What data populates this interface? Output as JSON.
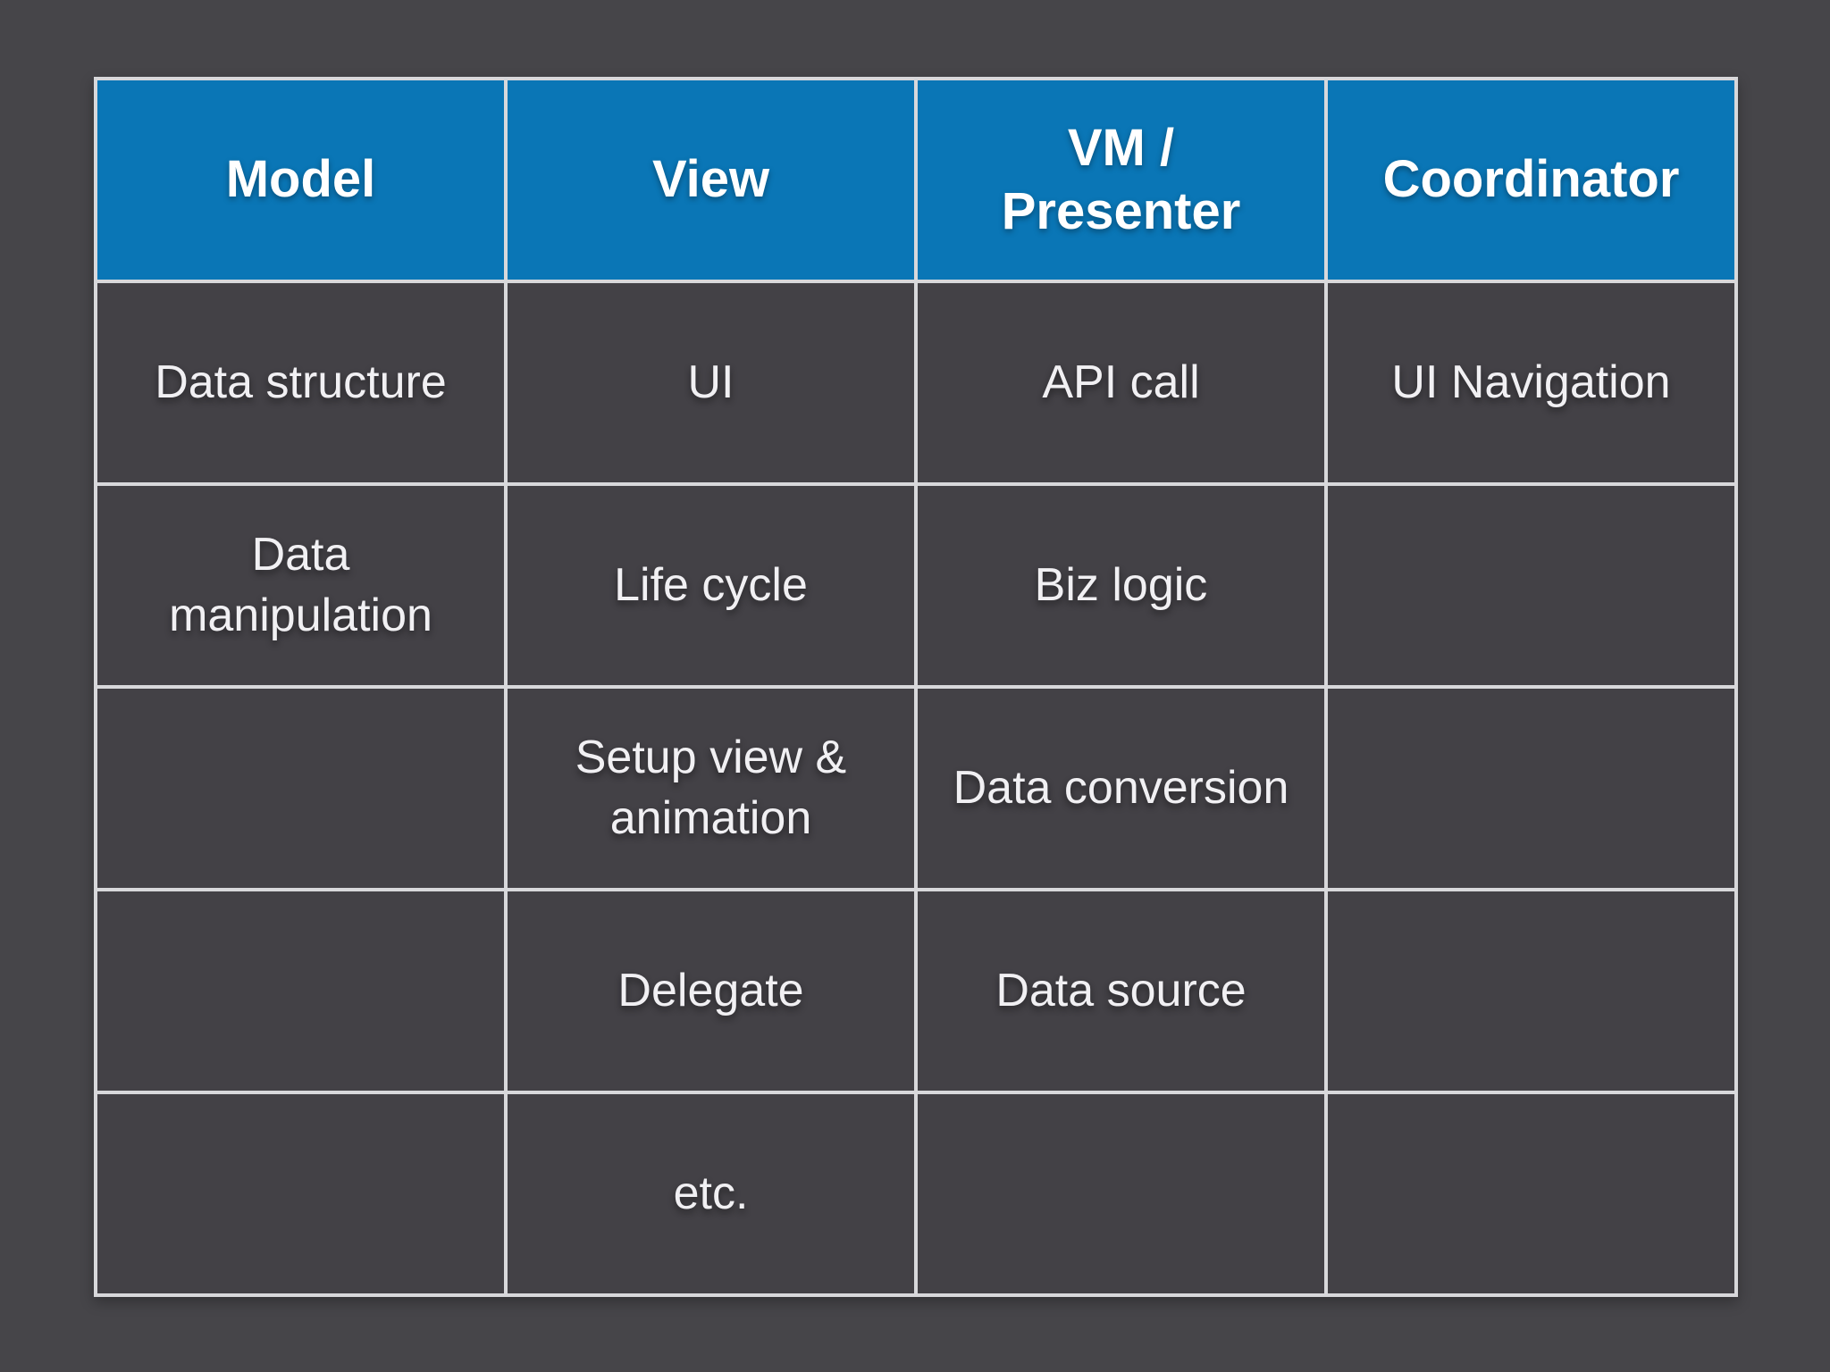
{
  "slide": {
    "type": "comparison-table"
  },
  "table": {
    "headers": [
      "Model",
      "View",
      "VM /\nPresenter",
      "Coordinator"
    ],
    "rows": [
      [
        "Data structure",
        "UI",
        "API call",
        "UI Navigation"
      ],
      [
        "Data\nmanipulation",
        "Life cycle",
        "Biz logic",
        ""
      ],
      [
        "",
        "Setup view &\nanimation",
        "Data conversion",
        ""
      ],
      [
        "",
        "Delegate",
        "Data source",
        ""
      ],
      [
        "",
        "etc.",
        "",
        ""
      ]
    ]
  },
  "colors": {
    "header_bg": "#0a76b6",
    "header_text": "#ffffff",
    "cell_bg": "#434146",
    "cell_text": "#f1f0f3",
    "border": "#d8d8db",
    "background": "#464549"
  }
}
